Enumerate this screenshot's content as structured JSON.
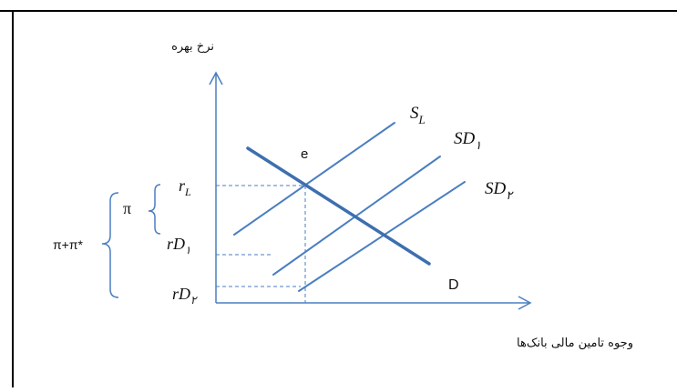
{
  "diagram": {
    "axes": {
      "y_label": "نرخ بهره",
      "x_label": "وجوه تامین مالی بانک‌ها"
    },
    "curves": {
      "supply_long": {
        "label": "S",
        "sub": "L"
      },
      "supply_deposit_1": {
        "label": "SD",
        "sub": "۱"
      },
      "supply_deposit_2": {
        "label": "SD",
        "sub": "۲"
      },
      "demand": {
        "label": "D"
      }
    },
    "equilibrium_label": "e",
    "rate_levels": {
      "r_l": {
        "label": "r",
        "sub": "L"
      },
      "r_d1": {
        "label": "rD",
        "sub": "۱"
      },
      "r_d2": {
        "label": "rD",
        "sub": "۲"
      }
    },
    "braces": {
      "inner": "π",
      "outer": "π+π*"
    },
    "colors": {
      "curve": "#4a7ec0",
      "axis": "#4a7ec0",
      "demand": "#3d6fb0",
      "dashed": "#4a7ec0",
      "text": "#111111",
      "border": "#000000"
    }
  }
}
